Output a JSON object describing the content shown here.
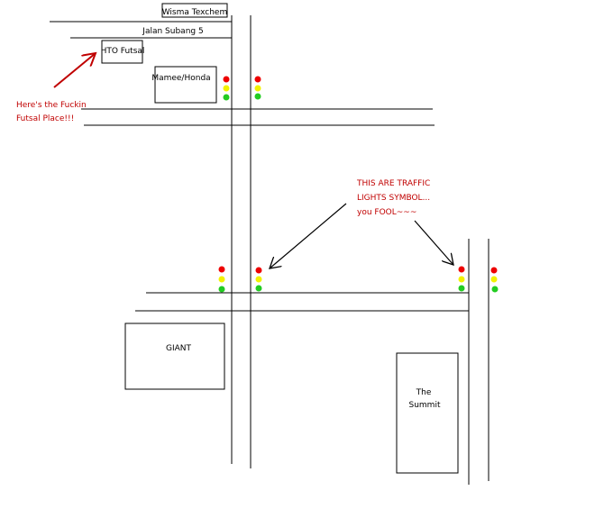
{
  "colors": {
    "ink": "#000000",
    "annotation": "#c00000",
    "light_red": "#ee0000",
    "light_yellow": "#f2f200",
    "light_green": "#22cc22"
  },
  "labels": {
    "wisma": "Wisma Texchem",
    "jalan": "Jalan Subang 5",
    "hto": "HTO Futsal",
    "mamee": "Mamee/Honda",
    "giant": "GIANT",
    "summit_line1": "The",
    "summit_line2": "Summit"
  },
  "annotations": {
    "futsal_line1": "Here's the Fuckin",
    "futsal_line2": "Futsal Place!!!",
    "traffic_line1": "THIS ARE TRAFFIC",
    "traffic_line2": "LIGHTS SYMBOL...",
    "traffic_line3": "you FOOL~~~"
  }
}
